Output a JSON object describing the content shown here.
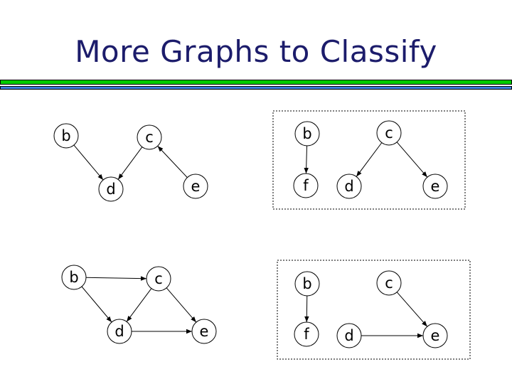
{
  "title": "More Graphs to Classify",
  "graphs": [
    {
      "name": "graph-1",
      "boxed": false,
      "nodes": [
        "b",
        "c",
        "d",
        "e"
      ],
      "edges": [
        [
          "b",
          "d"
        ],
        [
          "c",
          "d"
        ],
        [
          "e",
          "c"
        ]
      ]
    },
    {
      "name": "graph-2",
      "boxed": true,
      "nodes": [
        "b",
        "c",
        "f",
        "d",
        "e"
      ],
      "edges": [
        [
          "b",
          "f"
        ],
        [
          "c",
          "d"
        ],
        [
          "c",
          "e"
        ]
      ]
    },
    {
      "name": "graph-3",
      "boxed": false,
      "nodes": [
        "b",
        "c",
        "d",
        "e"
      ],
      "edges": [
        [
          "b",
          "c"
        ],
        [
          "b",
          "d"
        ],
        [
          "c",
          "d"
        ],
        [
          "c",
          "e"
        ],
        [
          "d",
          "e"
        ]
      ]
    },
    {
      "name": "graph-4",
      "boxed": true,
      "nodes": [
        "b",
        "c",
        "f",
        "d",
        "e"
      ],
      "edges": [
        [
          "b",
          "f"
        ],
        [
          "c",
          "e"
        ],
        [
          "d",
          "e"
        ]
      ]
    }
  ]
}
